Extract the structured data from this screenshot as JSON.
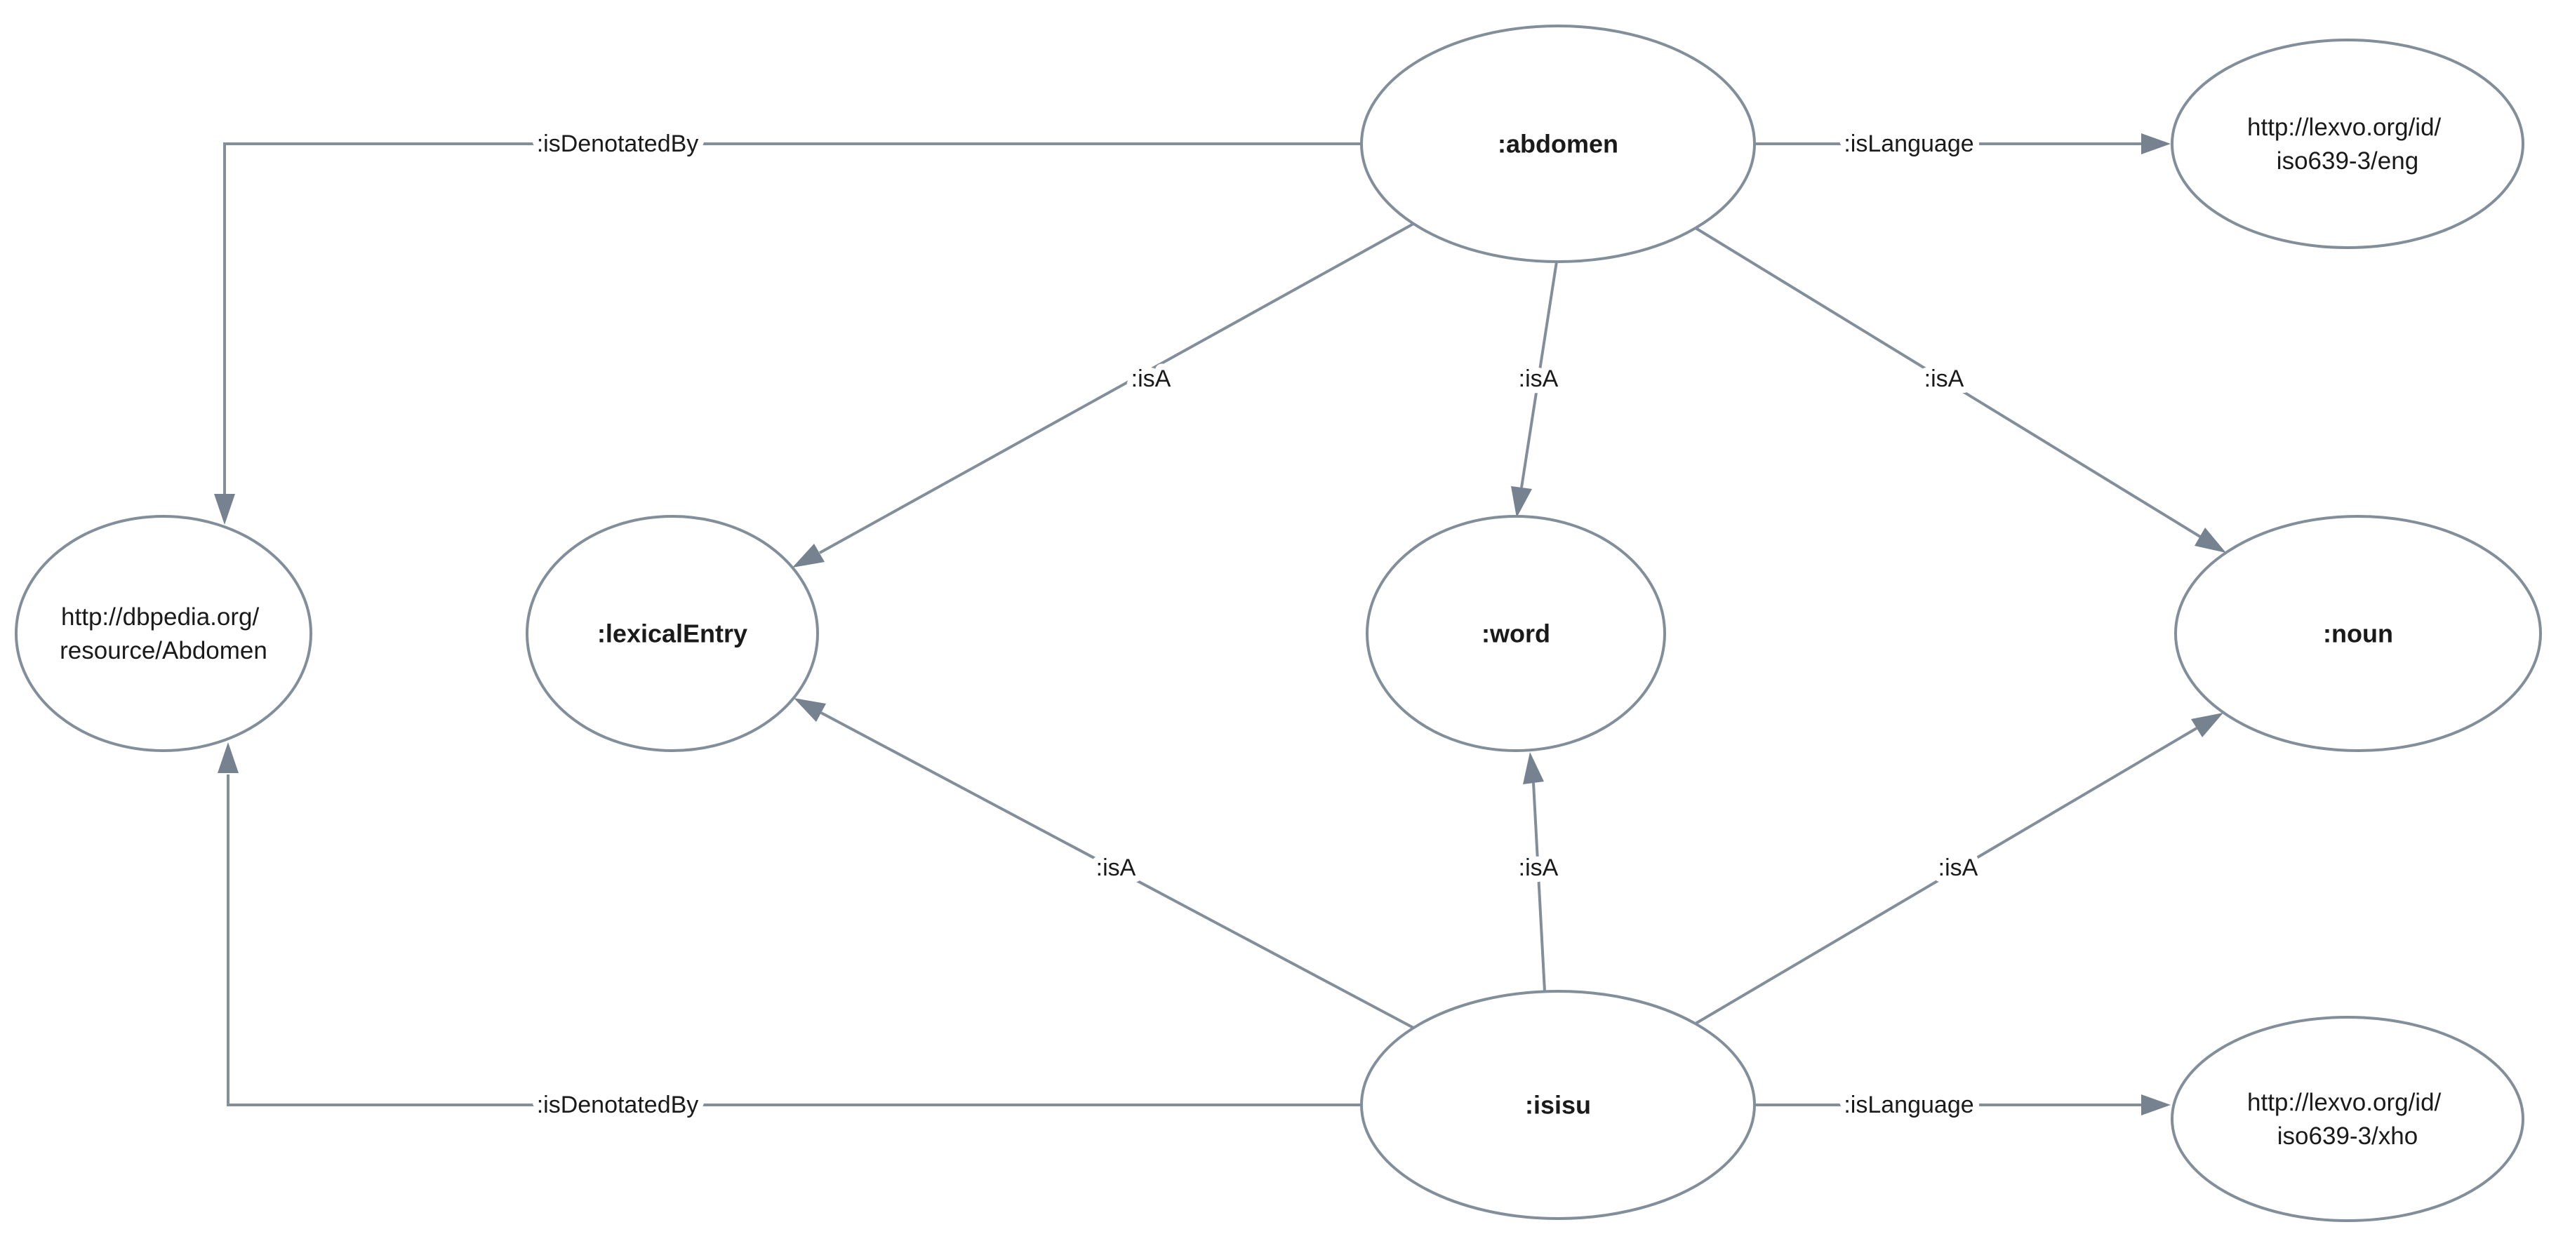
{
  "diagram": {
    "type": "rdf-graph",
    "colors": {
      "background": "#ffffff",
      "line": "#828e9a",
      "arrow": "#76828f",
      "text": "#1a1a1a"
    },
    "nodes": [
      {
        "id": "abdomen",
        "label": ":abdomen"
      },
      {
        "id": "lexvo-eng",
        "label_line1": "http://lexvo.org/id/",
        "label_line2": "iso639-3/eng"
      },
      {
        "id": "dbpedia-abdomen",
        "label_line1": "http://dbpedia.org/",
        "label_line2": "resource/Abdomen"
      },
      {
        "id": "lexical-entry",
        "label": ":lexicalEntry"
      },
      {
        "id": "word",
        "label": ":word"
      },
      {
        "id": "noun",
        "label": ":noun"
      },
      {
        "id": "isisu",
        "label": ":isisu"
      },
      {
        "id": "lexvo-xho",
        "label_line1": "http://lexvo.org/id/",
        "label_line2": "iso639-3/xho"
      }
    ],
    "edges": [
      {
        "from": ":abdomen",
        "to": "http://dbpedia.org/resource/Abdomen",
        "label": ":isDenotatedBy"
      },
      {
        "from": ":abdomen",
        "to": "http://lexvo.org/id/iso639-3/eng",
        "label": ":isLanguage"
      },
      {
        "from": ":abdomen",
        "to": ":lexicalEntry",
        "label": ":isA"
      },
      {
        "from": ":abdomen",
        "to": ":word",
        "label": ":isA"
      },
      {
        "from": ":abdomen",
        "to": ":noun",
        "label": ":isA"
      },
      {
        "from": ":isisu",
        "to": "http://dbpedia.org/resource/Abdomen",
        "label": ":isDenotatedBy"
      },
      {
        "from": ":isisu",
        "to": ":lexicalEntry",
        "label": ":isA"
      },
      {
        "from": ":isisu",
        "to": ":word",
        "label": ":isA"
      },
      {
        "from": ":isisu",
        "to": ":noun",
        "label": ":isA"
      },
      {
        "from": ":isisu",
        "to": "http://lexvo.org/id/iso639-3/xho",
        "label": ":isLanguage"
      }
    ]
  }
}
